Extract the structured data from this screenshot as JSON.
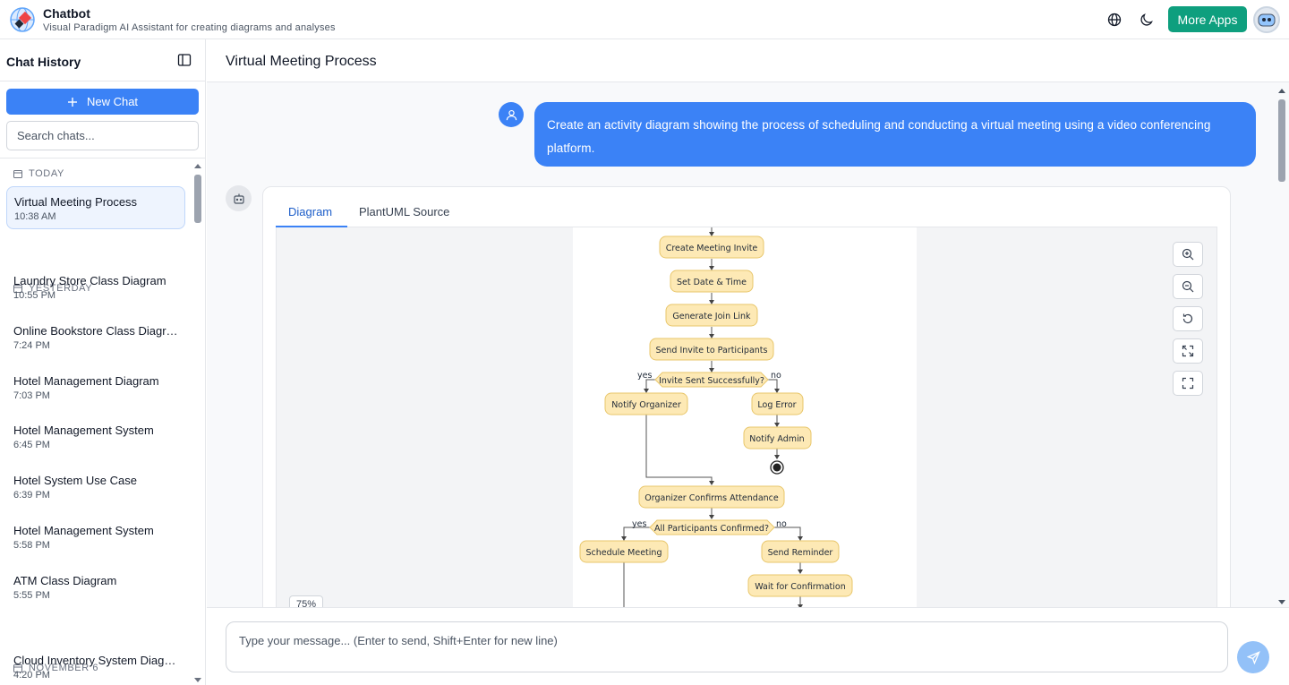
{
  "header": {
    "app_title": "Chatbot",
    "app_subtitle": "Visual Paradigm AI Assistant for creating diagrams and analyses",
    "more_apps_label": "More Apps",
    "icons": [
      "globe-icon",
      "moon-icon",
      "avatar"
    ]
  },
  "sidebar": {
    "title": "Chat History",
    "new_chat_label": "New Chat",
    "search_placeholder": "Search chats...",
    "groups": [
      {
        "label": "TODAY",
        "items": [
          {
            "name": "Virtual Meeting Process",
            "time": "10:38 AM",
            "active": true
          }
        ]
      },
      {
        "label": "YESTERDAY",
        "items": [
          {
            "name": "Laundry Store Class Diagram",
            "time": "10:55 PM"
          },
          {
            "name": "Online Bookstore Class Diagram",
            "time": "7:24 PM"
          },
          {
            "name": "Hotel Management Diagram",
            "time": "7:03 PM"
          },
          {
            "name": "Hotel Management System",
            "time": "6:45 PM"
          },
          {
            "name": "Hotel System Use Case",
            "time": "6:39 PM"
          },
          {
            "name": "Hotel Management System",
            "time": "5:58 PM"
          },
          {
            "name": "ATM Class Diagram",
            "time": "5:55 PM"
          }
        ]
      },
      {
        "label": "NOVEMBER 6",
        "items": [
          {
            "name": "Cloud Inventory System Diagram",
            "time": "4:20 PM"
          }
        ]
      }
    ]
  },
  "main": {
    "title": "Virtual Meeting Process",
    "user_message": "Create an activity diagram showing the process of scheduling and conducting a virtual meeting using a video conferencing platform.",
    "tabs": [
      {
        "label": "Diagram",
        "active": true
      },
      {
        "label": "PlantUML Source",
        "active": false
      }
    ],
    "zoom_level": "75%",
    "zoom_controls": [
      "zoom-in-icon",
      "zoom-out-icon",
      "reset-icon",
      "fit-icon",
      "fullscreen-icon"
    ],
    "diagram": {
      "nodes": {
        "create": "Create Meeting Invite",
        "datetime": "Set Date & Time",
        "link": "Generate Join Link",
        "send": "Send Invite to Participants",
        "decision1": "Invite Sent Successfully?",
        "notify_org": "Notify Organizer",
        "log_error": "Log Error",
        "notify_admin": "Notify Admin",
        "confirms": "Organizer Confirms Attendance",
        "decision2": "All Participants Confirmed?",
        "schedule": "Schedule Meeting",
        "reminder": "Send Reminder",
        "wait": "Wait for Confirmation"
      },
      "labels": {
        "yes": "yes",
        "no": "no"
      }
    }
  },
  "composer": {
    "placeholder": "Type your message... (Enter to send, Shift+Enter for new line)"
  },
  "colors": {
    "accent": "#3b82f6",
    "more_apps": "#0e9f7e",
    "node_fill": "#fde9b5",
    "node_stroke": "#e8c66a"
  }
}
